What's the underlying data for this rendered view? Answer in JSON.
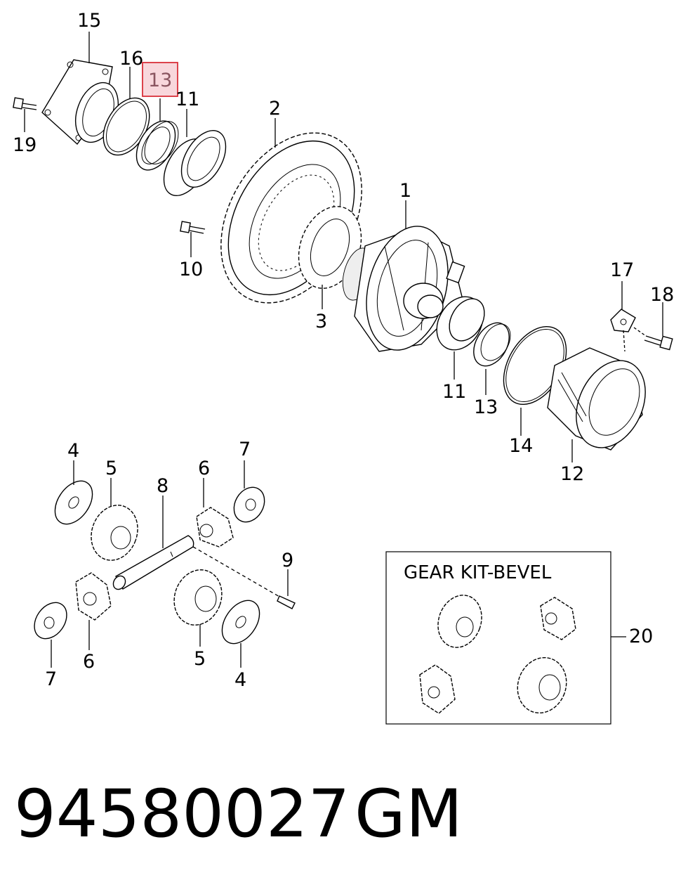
{
  "callouts": {
    "c15": "15",
    "c16": "16",
    "c13_highlighted": "13",
    "c11_top": "11",
    "c19": "19",
    "c2": "2",
    "c1": "1",
    "c10": "10",
    "c3": "3",
    "c17": "17",
    "c18": "18",
    "c11_bottom": "11",
    "c13_bottom": "13",
    "c14": "14",
    "c12": "12",
    "c4_top": "4",
    "c5_top": "5",
    "c8": "8",
    "c6_top": "6",
    "c7_top": "7",
    "c9": "9",
    "c7_bottom": "7",
    "c6_bottom": "6",
    "c5_bottom": "5",
    "c4_bottom": "4",
    "c20": "20"
  },
  "kit": {
    "title": "GEAR KIT-BEVEL"
  },
  "footer": {
    "part_number": "94580027",
    "brand": "GM"
  },
  "colors": {
    "highlight_fill": "#f8d7dc",
    "highlight_stroke": "#d9303a",
    "highlight_text": "#8a5560"
  }
}
